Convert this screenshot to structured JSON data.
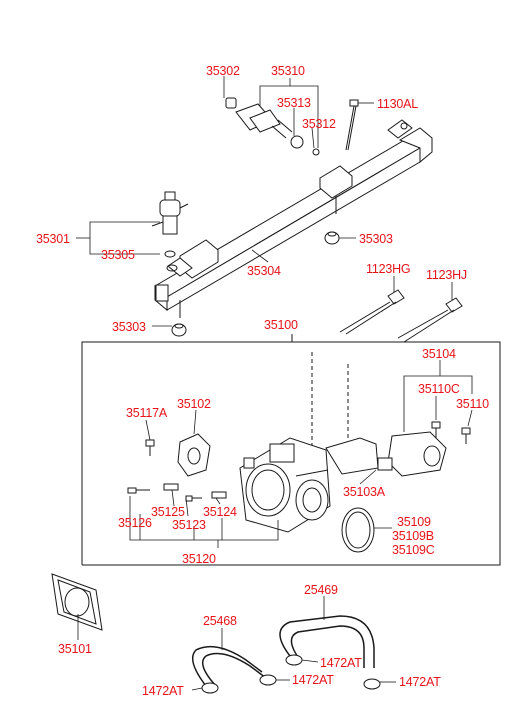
{
  "labels": {
    "p35302": "35302",
    "p35310": "35310",
    "p35313": "35313",
    "p35312": "35312",
    "p1130AL": "1130AL",
    "p35301": "35301",
    "p35305": "35305",
    "p35303a": "35303",
    "p35304": "35304",
    "p1123HG": "1123HG",
    "p1123HJ": "1123HJ",
    "p35303b": "35303",
    "p35100": "35100",
    "p35104": "35104",
    "p35110C": "35110C",
    "p35110": "35110",
    "p35117A": "35117A",
    "p35102": "35102",
    "p35103A": "35103A",
    "p35125": "35125",
    "p35124": "35124",
    "p35126": "35126",
    "p35123": "35123",
    "p35109": "35109",
    "p35109B": "35109B",
    "p35109C": "35109C",
    "p35120": "35120",
    "p35101": "35101",
    "p25469": "25469",
    "p25468": "25468",
    "p1472ATa": "1472AT",
    "p1472ATb": "1472AT",
    "p1472ATc": "1472AT",
    "p1472ATd": "1472AT"
  },
  "colors": {
    "label": "#e8141b",
    "line": "#1a1a1a"
  }
}
